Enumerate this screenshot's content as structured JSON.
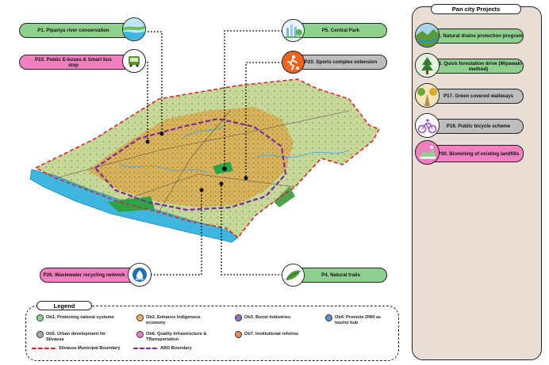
{
  "projects": {
    "p1": "P1. Pipariya river conservation",
    "p22": "P22. Public E-buses & Smart bus stop",
    "p5": "P5. Central Park",
    "p20": "P20. Sports complex extension",
    "p26": "P26. Wastewater recycling network",
    "p4": "P4. Natural trails"
  },
  "pan_city": {
    "title": "Pan city Projects",
    "items": [
      "P2. Natural drains protection program",
      "P3. Quick forestation drive (Miyawaki method)",
      "P17. Green covered walkways",
      "P19. Public bicycle scheme",
      "P30. Biomining of existing landfills"
    ]
  },
  "legend": {
    "title": "Legend",
    "items": [
      {
        "label": "Ob1. Protecting natural systems",
        "color": "#8fd08f"
      },
      {
        "label": "Ob2. Enhance Indigenous economy",
        "color": "#f5b35f"
      },
      {
        "label": "Ob3. Boost Industries",
        "color": "#9a6bc4"
      },
      {
        "label": "Ob4. Promote DNH as tourist hub",
        "color": "#5b8fd6"
      },
      {
        "label": "Ob5. Urban development for Silvassa",
        "color": "#a9a9a9"
      },
      {
        "label": "Ob6. Quality Infrastructure & TRansportation",
        "color": "#f27fc0"
      },
      {
        "label": "Ob7. Institutional reforms",
        "color": "#f08a5b"
      }
    ],
    "lines": [
      {
        "label": "Silvassa Municipal Boundary",
        "color": "#d62b2b"
      },
      {
        "label": "ABD Boundary",
        "color": "#7a2a9a"
      }
    ]
  },
  "colors": {
    "green": "#8fd08f",
    "pink": "#f27fc0",
    "grey": "#bdbdbd",
    "panel": "#e8ded6",
    "river": "#3fb6e0"
  }
}
